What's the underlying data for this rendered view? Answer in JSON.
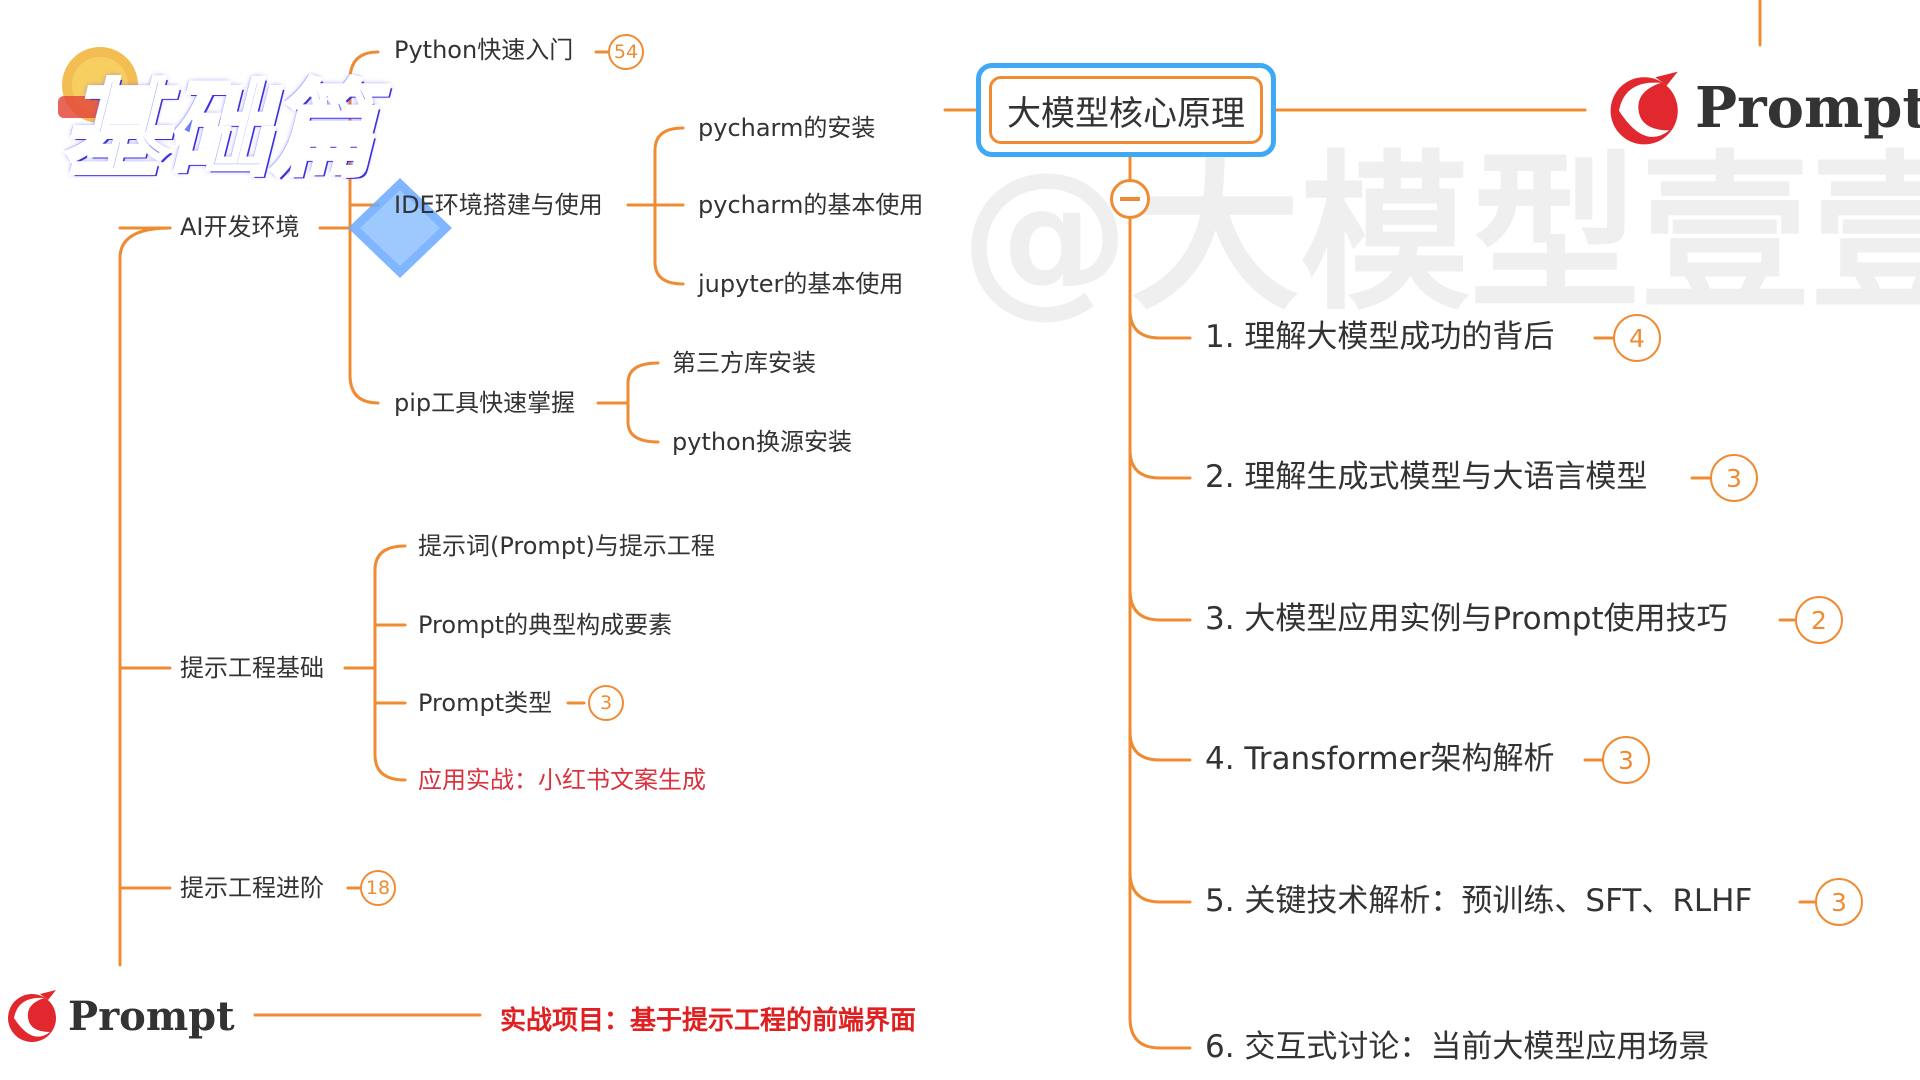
{
  "header": {
    "title": "基础篇"
  },
  "watermark": "@大模型壹壹",
  "brand": {
    "name": "Prompt"
  },
  "left_tree": {
    "python_intro": {
      "label": "Python快速入门",
      "count": "54"
    },
    "ide": {
      "label": "IDE环境搭建与使用",
      "children": [
        "pycharm的安装",
        "pycharm的基本使用",
        "jupyter的基本使用"
      ]
    },
    "ai_env": {
      "label": "AI开发环境"
    },
    "pip": {
      "label": "pip工具快速掌握",
      "children": [
        "第三方库安装",
        "python换源安装"
      ]
    },
    "prompt_basics": {
      "label": "提示工程基础",
      "children": [
        {
          "label": "提示词(Prompt)与提示工程"
        },
        {
          "label": "Prompt的典型构成要素"
        },
        {
          "label": "Prompt类型",
          "count": "3"
        },
        {
          "label": "应用实战：小红书文案生成"
        }
      ]
    },
    "prompt_advanced": {
      "label": "提示工程进阶",
      "count": "18"
    },
    "project": {
      "label": "实战项目：基于提示工程的前端界面"
    }
  },
  "right_tree": {
    "root": {
      "label": "大模型核心原理"
    },
    "items": [
      {
        "label": "1. 理解大模型成功的背后",
        "count": "4"
      },
      {
        "label": "2. 理解生成式模型与大语言模型",
        "count": "3"
      },
      {
        "label": "3. 大模型应用实例与Prompt使用技巧",
        "count": "2"
      },
      {
        "label": "4. Transformer架构解析",
        "count": "3"
      },
      {
        "label": "5. 关键技术解析：预训练、SFT、RLHF",
        "count": "3"
      },
      {
        "label": "6. 交互式讨论：当前大模型应用场景"
      }
    ]
  },
  "colors": {
    "connector": "#ef8c33",
    "highlight_border": "#3fa9f5",
    "accent_red": "#d9333f"
  }
}
